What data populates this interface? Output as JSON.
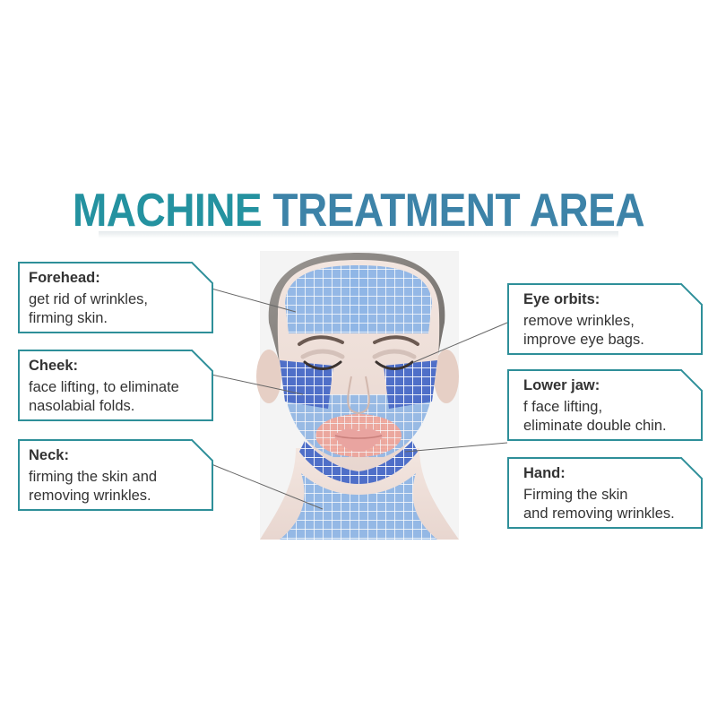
{
  "title": {
    "word1": "MACHINE",
    "word2": "TREATMENT AREA"
  },
  "left_boxes": [
    {
      "heading": "Forehead:",
      "text": "get rid of wrinkles,\nfirming skin."
    },
    {
      "heading": "Cheek:",
      "text": "face lifting, to eliminate\nnasolabial folds."
    },
    {
      "heading": "Neck:",
      "text": "firming the skin and\nremoving wrinkles."
    }
  ],
  "right_boxes": [
    {
      "heading": "Eye orbits:",
      "text": "remove wrinkles,\nimprove eye bags."
    },
    {
      "heading": "Lower jaw:",
      "text": "f face lifting,\neliminate double chin."
    },
    {
      "heading": "Hand:",
      "text": "Firming the skin\nand removing wrinkles."
    }
  ],
  "colors": {
    "title_teal": "#2492a0",
    "title_blue": "#3d83a8",
    "box_border": "#2e8f99",
    "grid_light_blue": "#8fb6e6",
    "grid_dark_blue": "#4f6fc8",
    "grid_pink": "#f08a7a"
  },
  "illustration": "face-with-treatment-grid"
}
